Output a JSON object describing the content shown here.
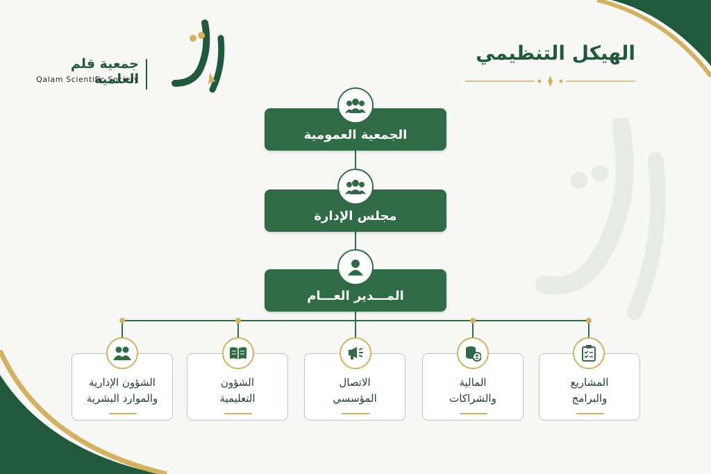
{
  "logo": {
    "name_ar": "جمعية قلم العلمية",
    "name_en": "Qalam Scientific Society",
    "mark": "قلم"
  },
  "title": "الهيكل التنظيمي",
  "colors": {
    "primary_green": "#2f6b45",
    "gold": "#d4b15f",
    "background": "#f7f7f5"
  },
  "levels": [
    {
      "label": "الجمعية العمومية",
      "icon": "group-icon"
    },
    {
      "label": "مجلس الإدارة",
      "icon": "group-icon"
    },
    {
      "label": "المـــدير العـــام",
      "icon": "person-icon"
    }
  ],
  "departments": [
    {
      "line1": "المشاريع",
      "line2": "والبرامج",
      "icon": "clipboard-checklist-icon"
    },
    {
      "line1": "المالية",
      "line2": "والشراكات",
      "icon": "finance-coins-icon"
    },
    {
      "line1": "الاتصال",
      "line2": "المؤسسي",
      "icon": "megaphone-icon"
    },
    {
      "line1": "الشؤون",
      "line2": "التعليمية",
      "icon": "open-book-icon"
    },
    {
      "line1": "الشؤون الإدارية",
      "line2": "والموارد البشرية",
      "icon": "people-icon"
    }
  ]
}
